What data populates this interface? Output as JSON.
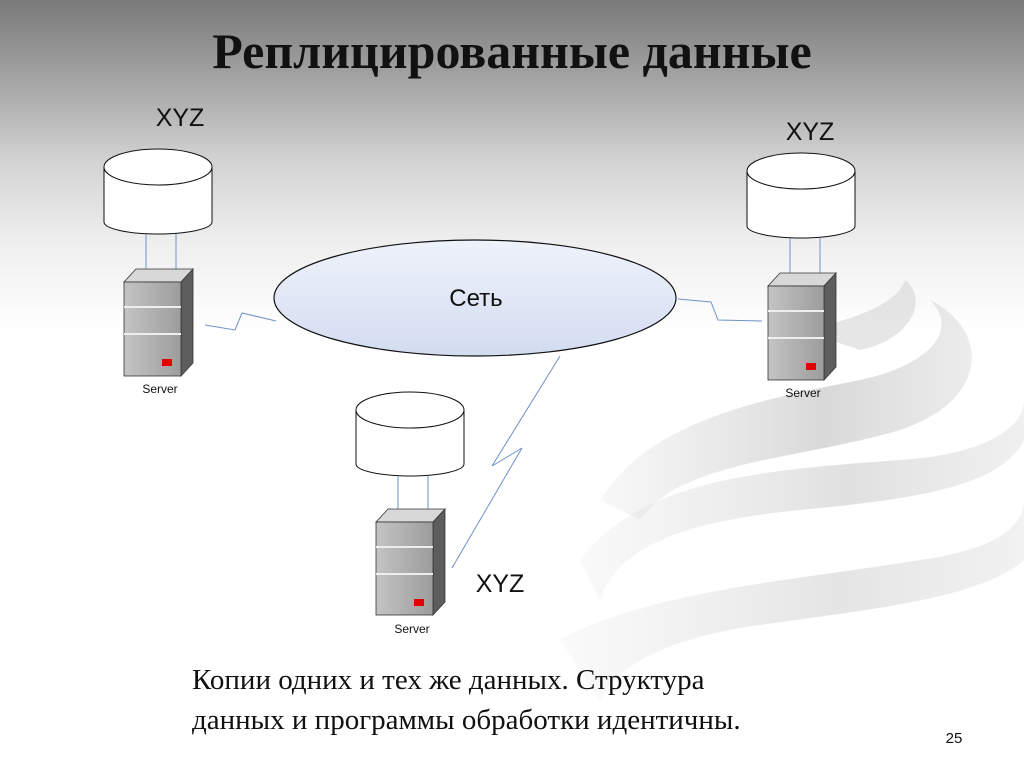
{
  "slide": {
    "title": "Реплицированные данные",
    "caption_line1": "Копии одних и тех же данных. Структура",
    "caption_line2": "данных и программы обработки идентичны.",
    "page_number": "25"
  },
  "diagram": {
    "network_label": "Сеть",
    "nodes": [
      {
        "db_label": "XYZ",
        "server_label": "Server"
      },
      {
        "db_label": "XYZ",
        "server_label": "Server"
      },
      {
        "db_label": "XYZ",
        "server_label": "Server"
      }
    ]
  },
  "colors": {
    "network_fill": "#dfe6f6",
    "link_line": "#6f92c9",
    "server_body": "#a7a7a7",
    "server_indicator": "#e00000"
  }
}
